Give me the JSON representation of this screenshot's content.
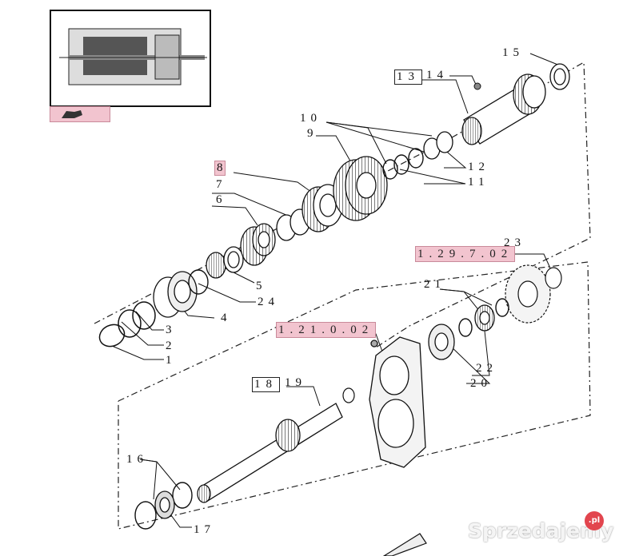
{
  "labels": {
    "l1": "1",
    "l2": "2",
    "l3": "3",
    "l4": "4",
    "l5": "5",
    "l6": "6",
    "l7": "7",
    "l8": "8",
    "l9": "9",
    "l10": "10",
    "l11": "11",
    "l12": "12",
    "l13": "13",
    "l14": "14",
    "l15": "15",
    "l16": "16",
    "l17": "17",
    "l18": "18",
    "l19": "19",
    "l20": "20",
    "l21": "21",
    "l22": "22",
    "l23": "23",
    "l24": "24"
  },
  "refs": {
    "r1": "1.29.7.02",
    "r2": "1.21.0.02"
  },
  "watermark": {
    "text": "Sprzedajemy",
    "dot": ".pl"
  },
  "colors": {
    "highlight": "#f2c4cf",
    "line": "#111111"
  },
  "icons": {
    "nav": "hand-pointer-icon"
  }
}
